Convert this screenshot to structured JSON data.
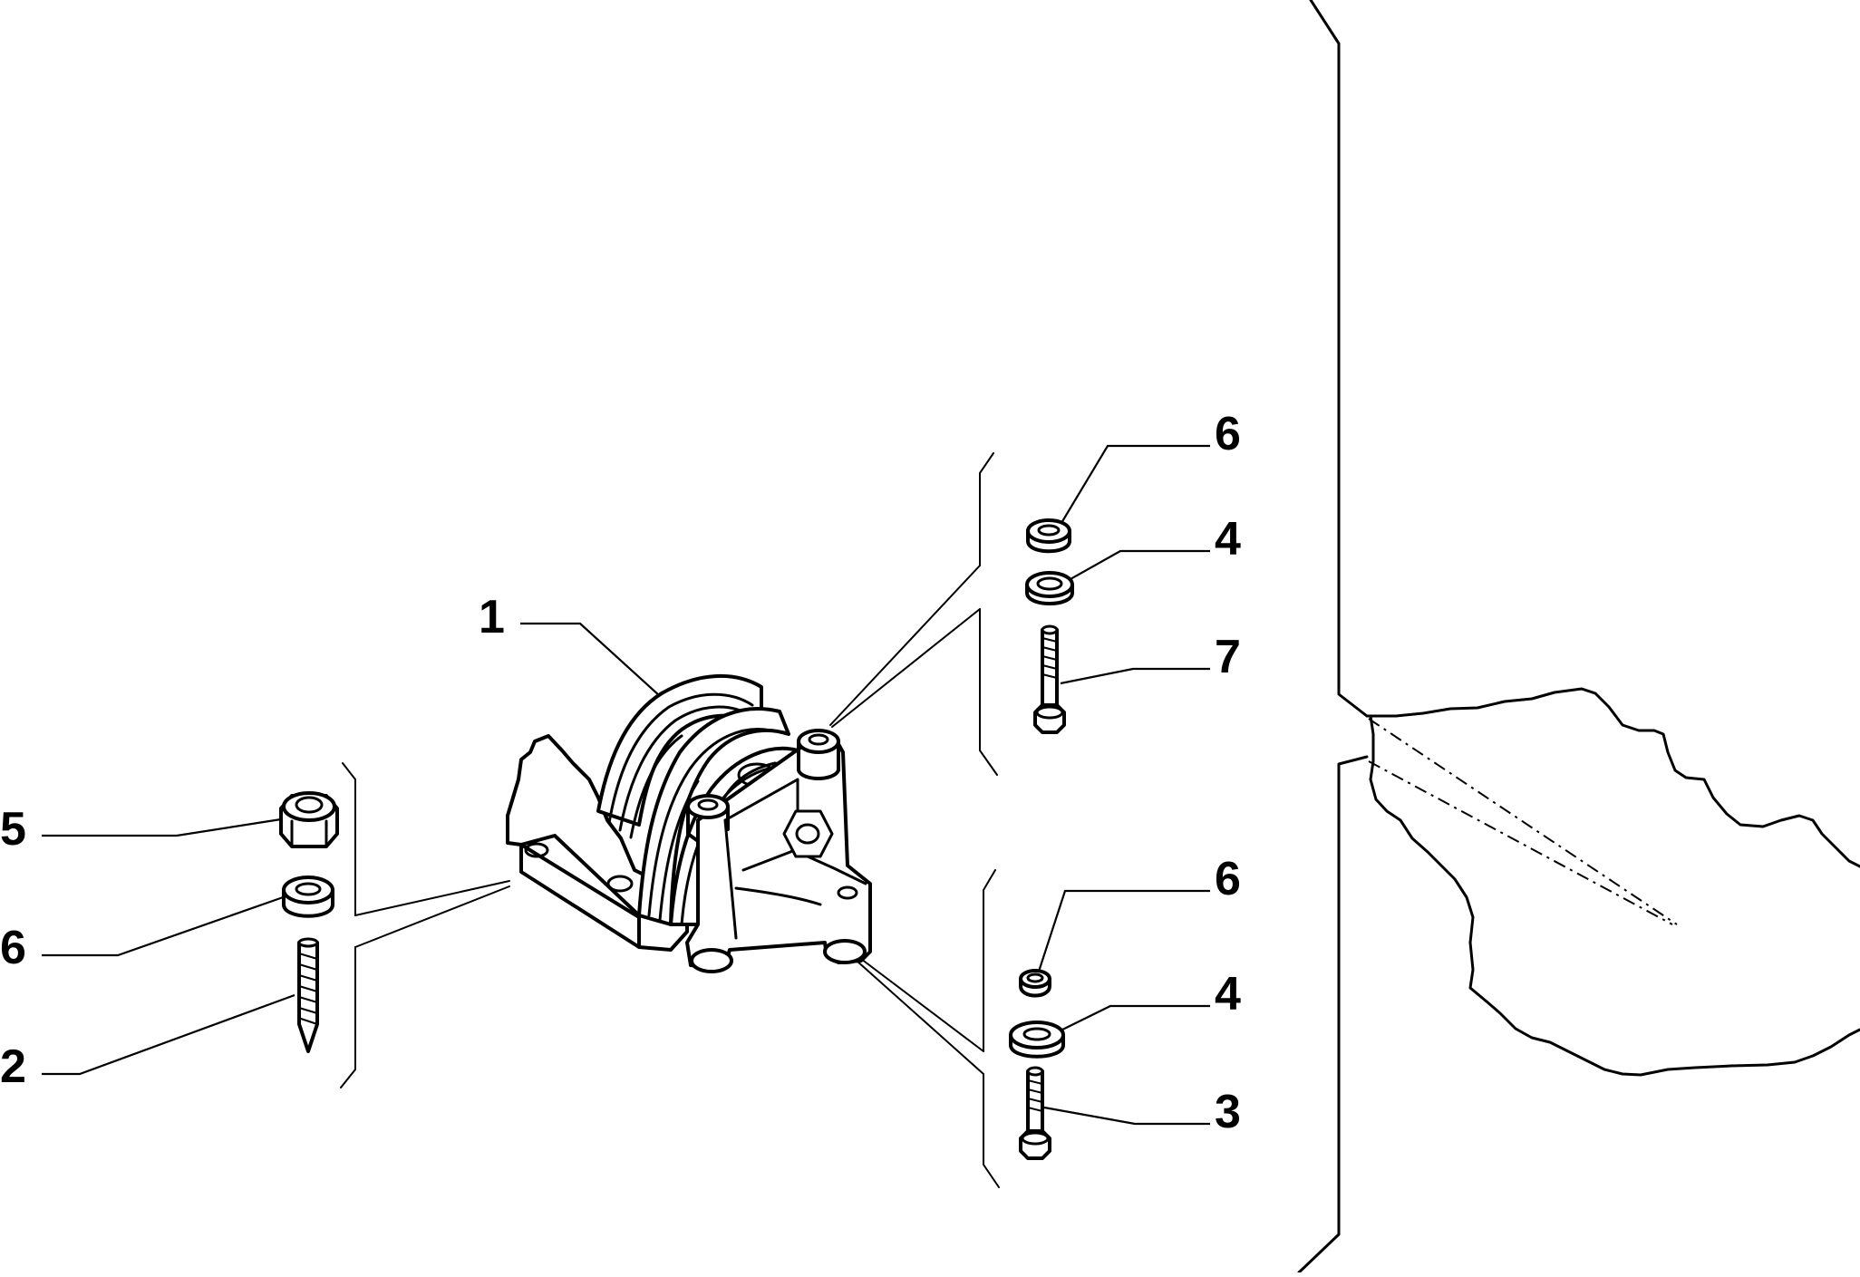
{
  "callouts": [
    {
      "id": "c1",
      "label": "1"
    },
    {
      "id": "c5",
      "label": "5"
    },
    {
      "id": "c6a",
      "label": "6"
    },
    {
      "id": "c2",
      "label": "2"
    },
    {
      "id": "c6b",
      "label": "6"
    },
    {
      "id": "c4a",
      "label": "4"
    },
    {
      "id": "c7",
      "label": "7"
    },
    {
      "id": "c6c",
      "label": "6"
    },
    {
      "id": "c4b",
      "label": "4"
    },
    {
      "id": "c3",
      "label": "3"
    }
  ],
  "parts": [
    {
      "id": "p1",
      "name": "engine-mount-bracket",
      "callout": "1"
    },
    {
      "id": "p2",
      "name": "stud-bolt",
      "callout": "2"
    },
    {
      "id": "p3",
      "name": "hex-bolt-short",
      "callout": "3"
    },
    {
      "id": "p4",
      "name": "washer",
      "callout": "4"
    },
    {
      "id": "p5",
      "name": "lock-nut",
      "callout": "5"
    },
    {
      "id": "p6",
      "name": "spacer-washer",
      "callout": "6"
    },
    {
      "id": "p7",
      "name": "hex-bolt-long",
      "callout": "7"
    }
  ]
}
